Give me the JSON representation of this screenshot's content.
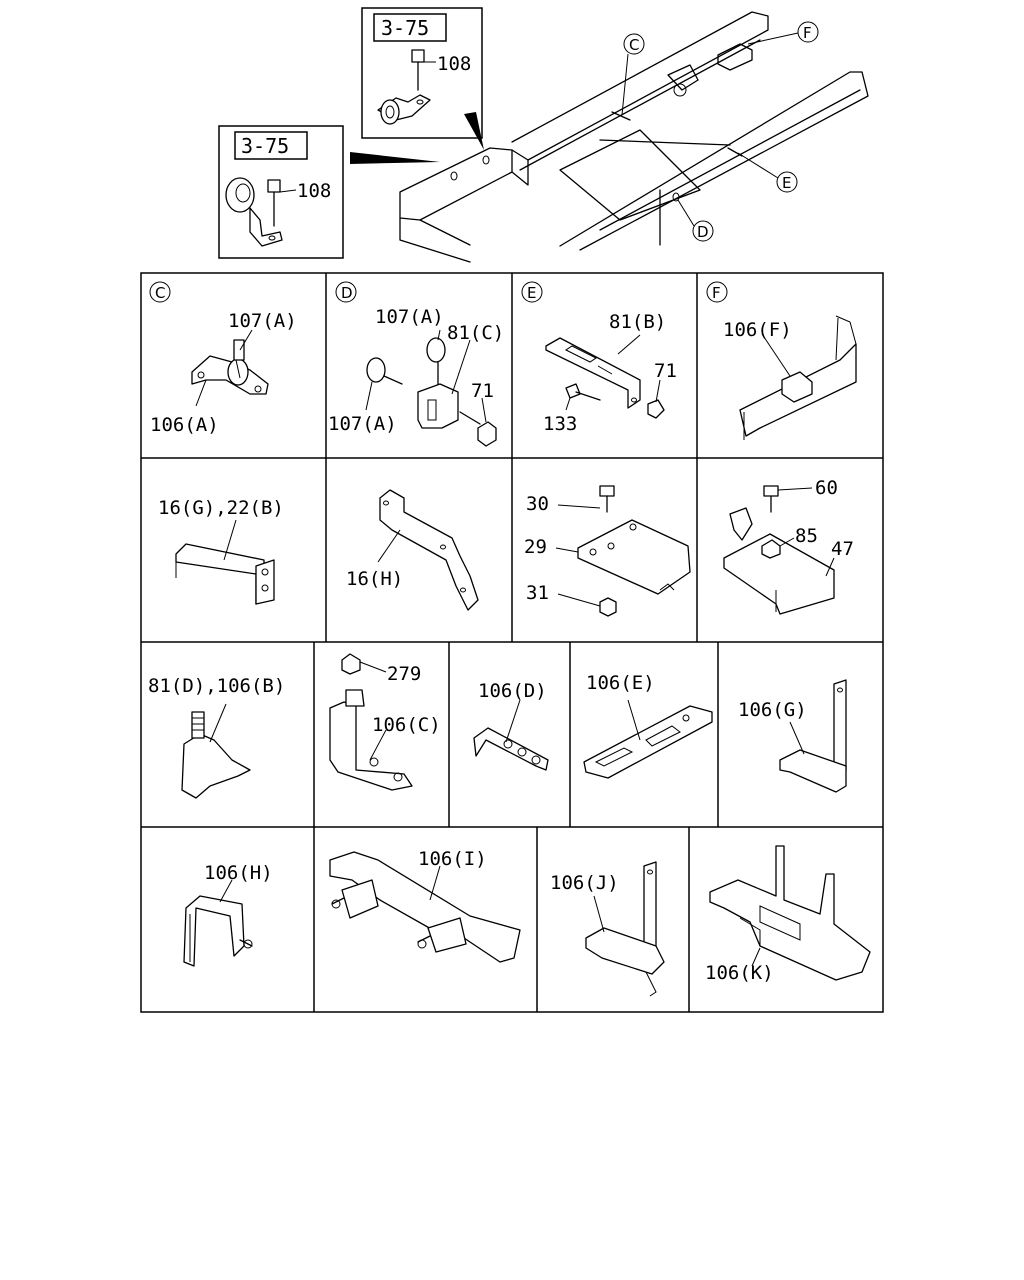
{
  "overview": {
    "ref_box_1": "3-75",
    "ref_box_2": "3-75",
    "part_108_a": "108",
    "part_108_b": "108",
    "marker_c": "C",
    "marker_d": "D",
    "marker_e": "E",
    "marker_f": "F"
  },
  "cells": {
    "c": {
      "marker": "C",
      "labels": [
        "107(A)",
        "106(A)"
      ]
    },
    "d": {
      "marker": "D",
      "labels": [
        "107(A)",
        "81(C)",
        "71",
        "107(A)"
      ]
    },
    "e": {
      "marker": "E",
      "labels": [
        "81(B)",
        "71",
        "133"
      ]
    },
    "f": {
      "marker": "F",
      "labels": [
        "106(F)"
      ]
    },
    "r2c1": {
      "labels": [
        "16(G),22(B)"
      ]
    },
    "r2c2": {
      "labels": [
        "16(H)"
      ]
    },
    "r2c3": {
      "labels": [
        "30",
        "29",
        "31"
      ]
    },
    "r2c4": {
      "labels": [
        "60",
        "85",
        "47"
      ]
    },
    "r3c1": {
      "labels": [
        "81(D),106(B)"
      ]
    },
    "r3c2": {
      "labels": [
        "279",
        "106(C)"
      ]
    },
    "r3c3": {
      "labels": [
        "106(D)"
      ]
    },
    "r3c4": {
      "labels": [
        "106(E)"
      ]
    },
    "r3c5": {
      "labels": [
        "106(G)"
      ]
    },
    "r4c1": {
      "labels": [
        "106(H)"
      ]
    },
    "r4c2": {
      "labels": [
        "106(I)"
      ]
    },
    "r4c3": {
      "labels": [
        "106(J)"
      ]
    },
    "r4c4": {
      "labels": [
        "106(K)"
      ]
    }
  }
}
